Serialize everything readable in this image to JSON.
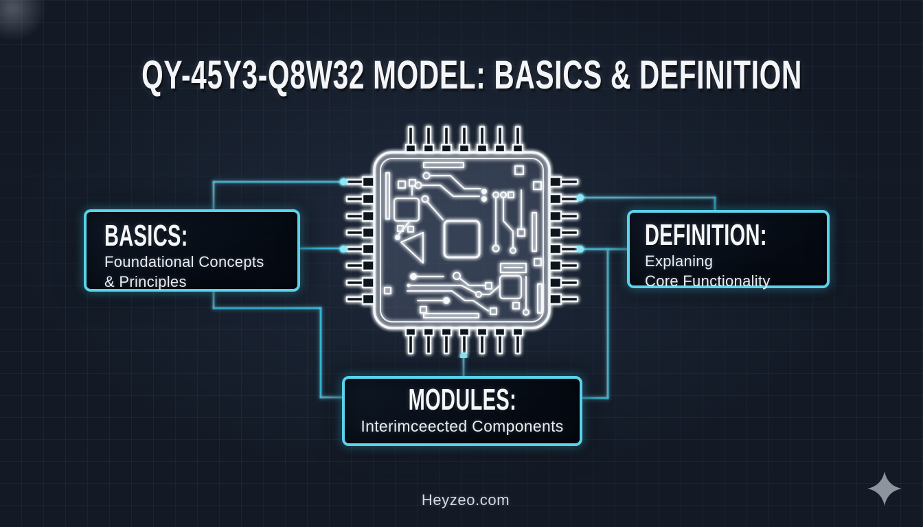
{
  "title": "QY-45Y3-Q8W32 MODEL: BASICS & DEFINITION",
  "boxes": {
    "basics": {
      "heading": "BASICS:",
      "lines": [
        "Foundational Concepts",
        "& Principles"
      ]
    },
    "definition": {
      "heading": "DEFINITION:",
      "lines": [
        "Explaning",
        "Core Functionality"
      ]
    },
    "modules": {
      "heading": "MODULES:",
      "lines": [
        "Interimceected Components"
      ]
    }
  },
  "footer": {
    "site": "Heyzeo.com"
  },
  "icons": {
    "bottom_right": "sparkle-icon",
    "center": "chip-illustration"
  },
  "colors": {
    "background": "#131a26",
    "box_border": "#5ad2ea",
    "connector": "#35b7d2",
    "connector_dot": "#8ce9f8",
    "circuit_stroke": "#f5f8fa",
    "title_text": "#f3f5f8",
    "body_text": "#e9edf3",
    "footer_text": "#d4dae1",
    "sparkle": "#8d949d"
  }
}
